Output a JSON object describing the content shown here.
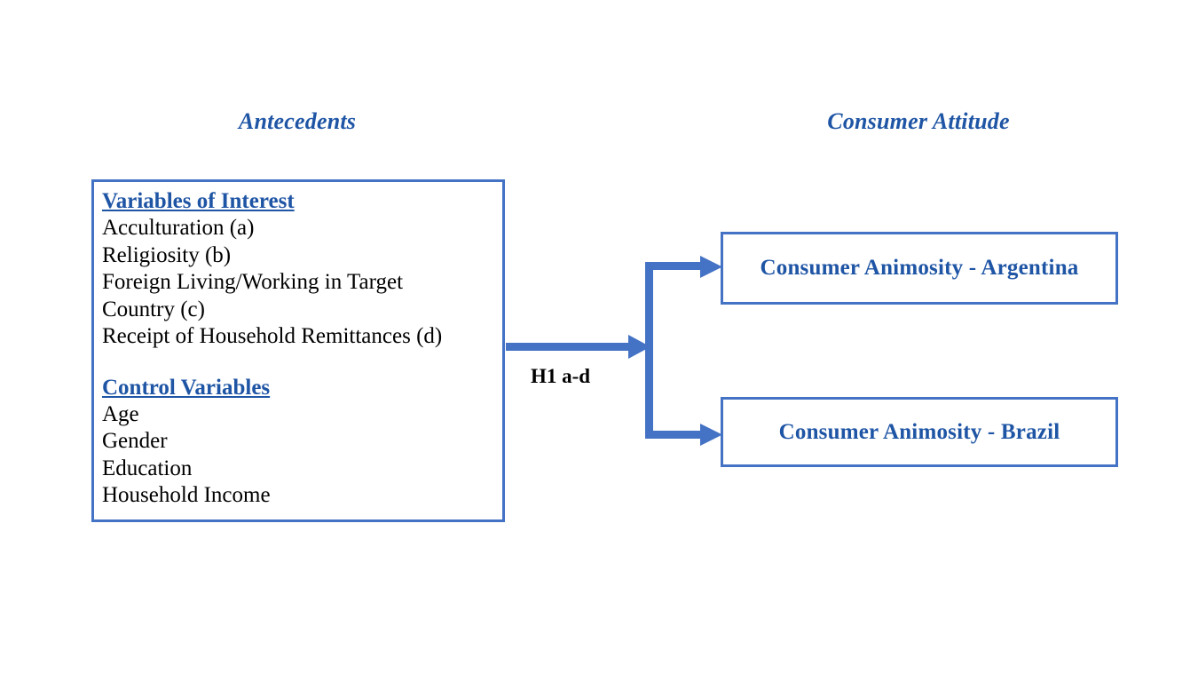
{
  "page": {
    "background_color": "#FFFFFF",
    "accent_blue": "#4472C4",
    "heading_blue": "#1F55A5",
    "body_text_color": "#000000"
  },
  "headings": {
    "left": "Antecedents",
    "right": "Consumer Attitude"
  },
  "antecedents_box": {
    "groups": [
      {
        "title": "Variables of Interest",
        "items": [
          "Acculturation (a)",
          "Religiosity (b)",
          "Foreign Living/Working in Target",
          "Country (c)",
          "Receipt of Household Remittances (d)"
        ]
      },
      {
        "title": "Control Variables",
        "items": [
          "Age",
          "Gender",
          "Education",
          "Household Income"
        ]
      }
    ]
  },
  "outcomes": [
    {
      "label": "Consumer Animosity - Argentina"
    },
    {
      "label": "Consumer Animosity - Brazil"
    }
  ],
  "relationship": {
    "hypothesis_label": "H1 a-d",
    "arrow_color": "#4472C4",
    "icon": "arrow-right-icon",
    "branches": 2
  }
}
